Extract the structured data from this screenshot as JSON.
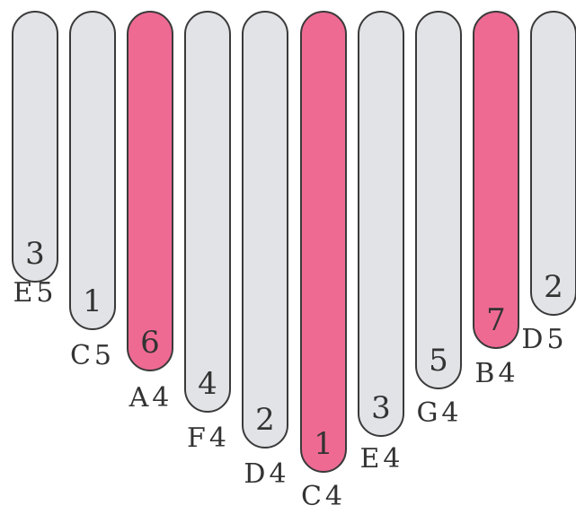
{
  "tines": [
    {
      "number": "3",
      "note": "E5",
      "accent": false
    },
    {
      "number": "1",
      "note": "C5",
      "accent": false
    },
    {
      "number": "6",
      "note": "A4",
      "accent": true
    },
    {
      "number": "4",
      "note": "F4",
      "accent": false
    },
    {
      "number": "2",
      "note": "D4",
      "accent": false
    },
    {
      "number": "1",
      "note": "C4",
      "accent": true
    },
    {
      "number": "3",
      "note": "E4",
      "accent": false
    },
    {
      "number": "5",
      "note": "G4",
      "accent": false
    },
    {
      "number": "7",
      "note": "B4",
      "accent": true
    },
    {
      "number": "2",
      "note": "D5",
      "accent": false
    }
  ],
  "colors": {
    "tine_fill": "#e2e3e7",
    "accent_fill": "#ee6a93",
    "outline": "#3a3a3a",
    "text": "#333333"
  }
}
